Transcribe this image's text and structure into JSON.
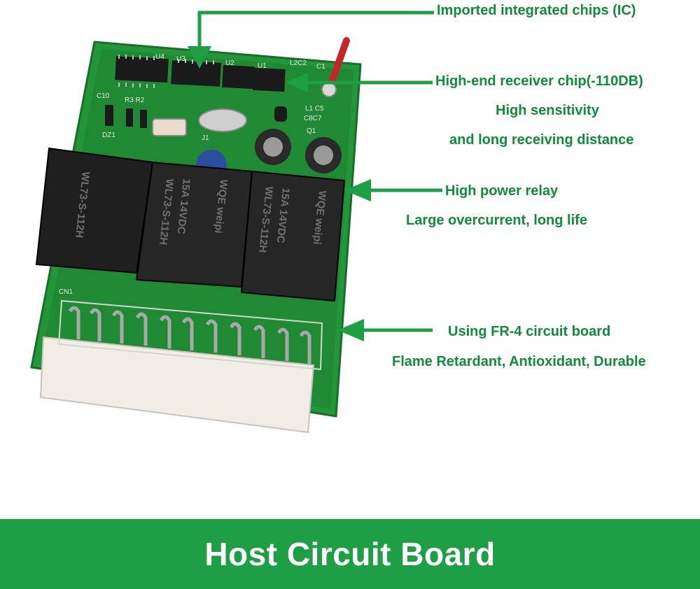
{
  "callouts": {
    "ic": "Imported integrated chips (IC)",
    "receiver_1": "High-end receiver chip(-110DB)",
    "receiver_2": "High sensitivity",
    "receiver_3": "and long receiving distance",
    "relay_1": "High power relay",
    "relay_2": "Large overcurrent, long life",
    "board_1": "Using FR-4 circuit board",
    "board_2": "Flame Retardant, Antioxidant, Durable"
  },
  "pcb_silkscreen": {
    "u4": "U4",
    "u3": "U3",
    "u2": "U2",
    "u1": "U1",
    "l2c2": "L2C2",
    "c1": "C1",
    "c10": "C10",
    "r3r2": "R3 R2",
    "dz1": "DZ1",
    "j1": "J1",
    "l1c5": "L1 C5",
    "c8c7": "C8C7",
    "q1": "Q1",
    "cn1": "CN1"
  },
  "relay_text": {
    "brand": "WQE weipi",
    "rating": "15A 14VDC",
    "model": "WL73-S-112H"
  },
  "banner": {
    "title": "Host Circuit Board"
  },
  "colors": {
    "accent": "#1e9e45",
    "label": "#128a3c",
    "pcb": "#1f8f2e",
    "relay": "#1c1c1c"
  }
}
